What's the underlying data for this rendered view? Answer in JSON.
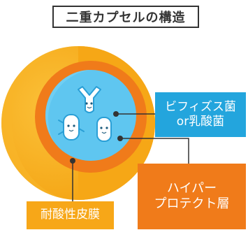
{
  "title": "二重カプセルの構造",
  "labels": {
    "bifidus_line1": "ビフィズス菌",
    "bifidus_line2": "or乳酸菌",
    "hyper_line1": "ハイパー",
    "hyper_line2": "プロテクト層",
    "resist": "耐酸性皮膜"
  },
  "colors": {
    "outer_layer": "#f7a718",
    "middle_layer": "#f07b1a",
    "inner_core": "#5fc6f0",
    "bifidus_label": "#23a5dd",
    "hyper_label": "#f07b1a",
    "resist_label": "#f7a718"
  },
  "icons": [
    "bifidus-bacterium-icon",
    "lactic-bacterium-icon"
  ]
}
